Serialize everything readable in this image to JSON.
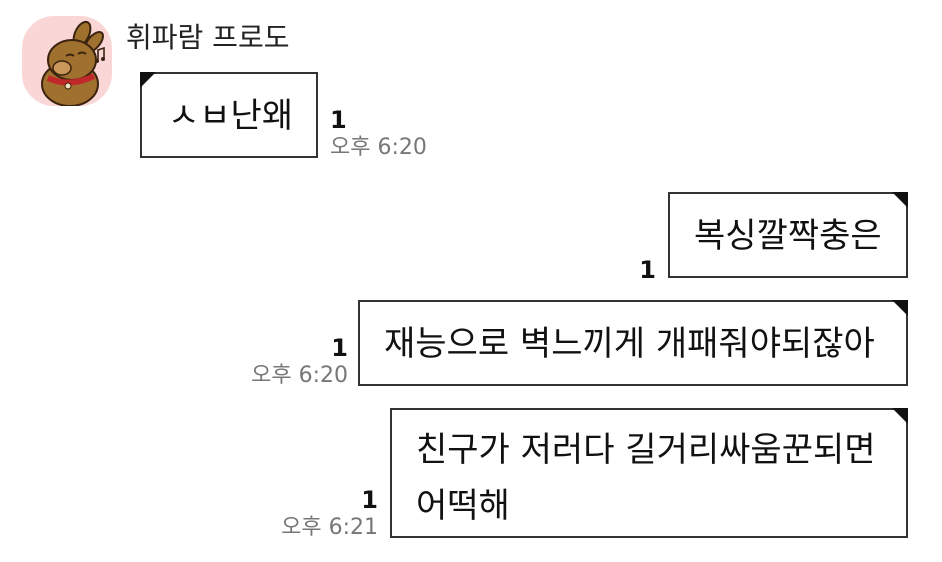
{
  "chat": {
    "sender_name": "휘파람 프로도",
    "accent_colors": {
      "avatar_bg": "#fbd6d6",
      "bubble_border": "#333333",
      "time_text": "#777777"
    },
    "messages": [
      {
        "text": "ㅅㅂ난왜",
        "unread": "1",
        "time": "오후 6:20",
        "from": "other"
      },
      {
        "text": "복싱깔짝충은",
        "unread": "1",
        "time": "",
        "from": "me"
      },
      {
        "text": "재능으로 벽느끼게 개패줘야되잖아",
        "unread": "1",
        "time": "오후 6:20",
        "from": "me"
      },
      {
        "text_line1": "친구가 저러다 길거리싸움꾼되면",
        "text_line2": "어떡해",
        "unread": "1",
        "time": "오후 6:21",
        "from": "me"
      }
    ]
  }
}
